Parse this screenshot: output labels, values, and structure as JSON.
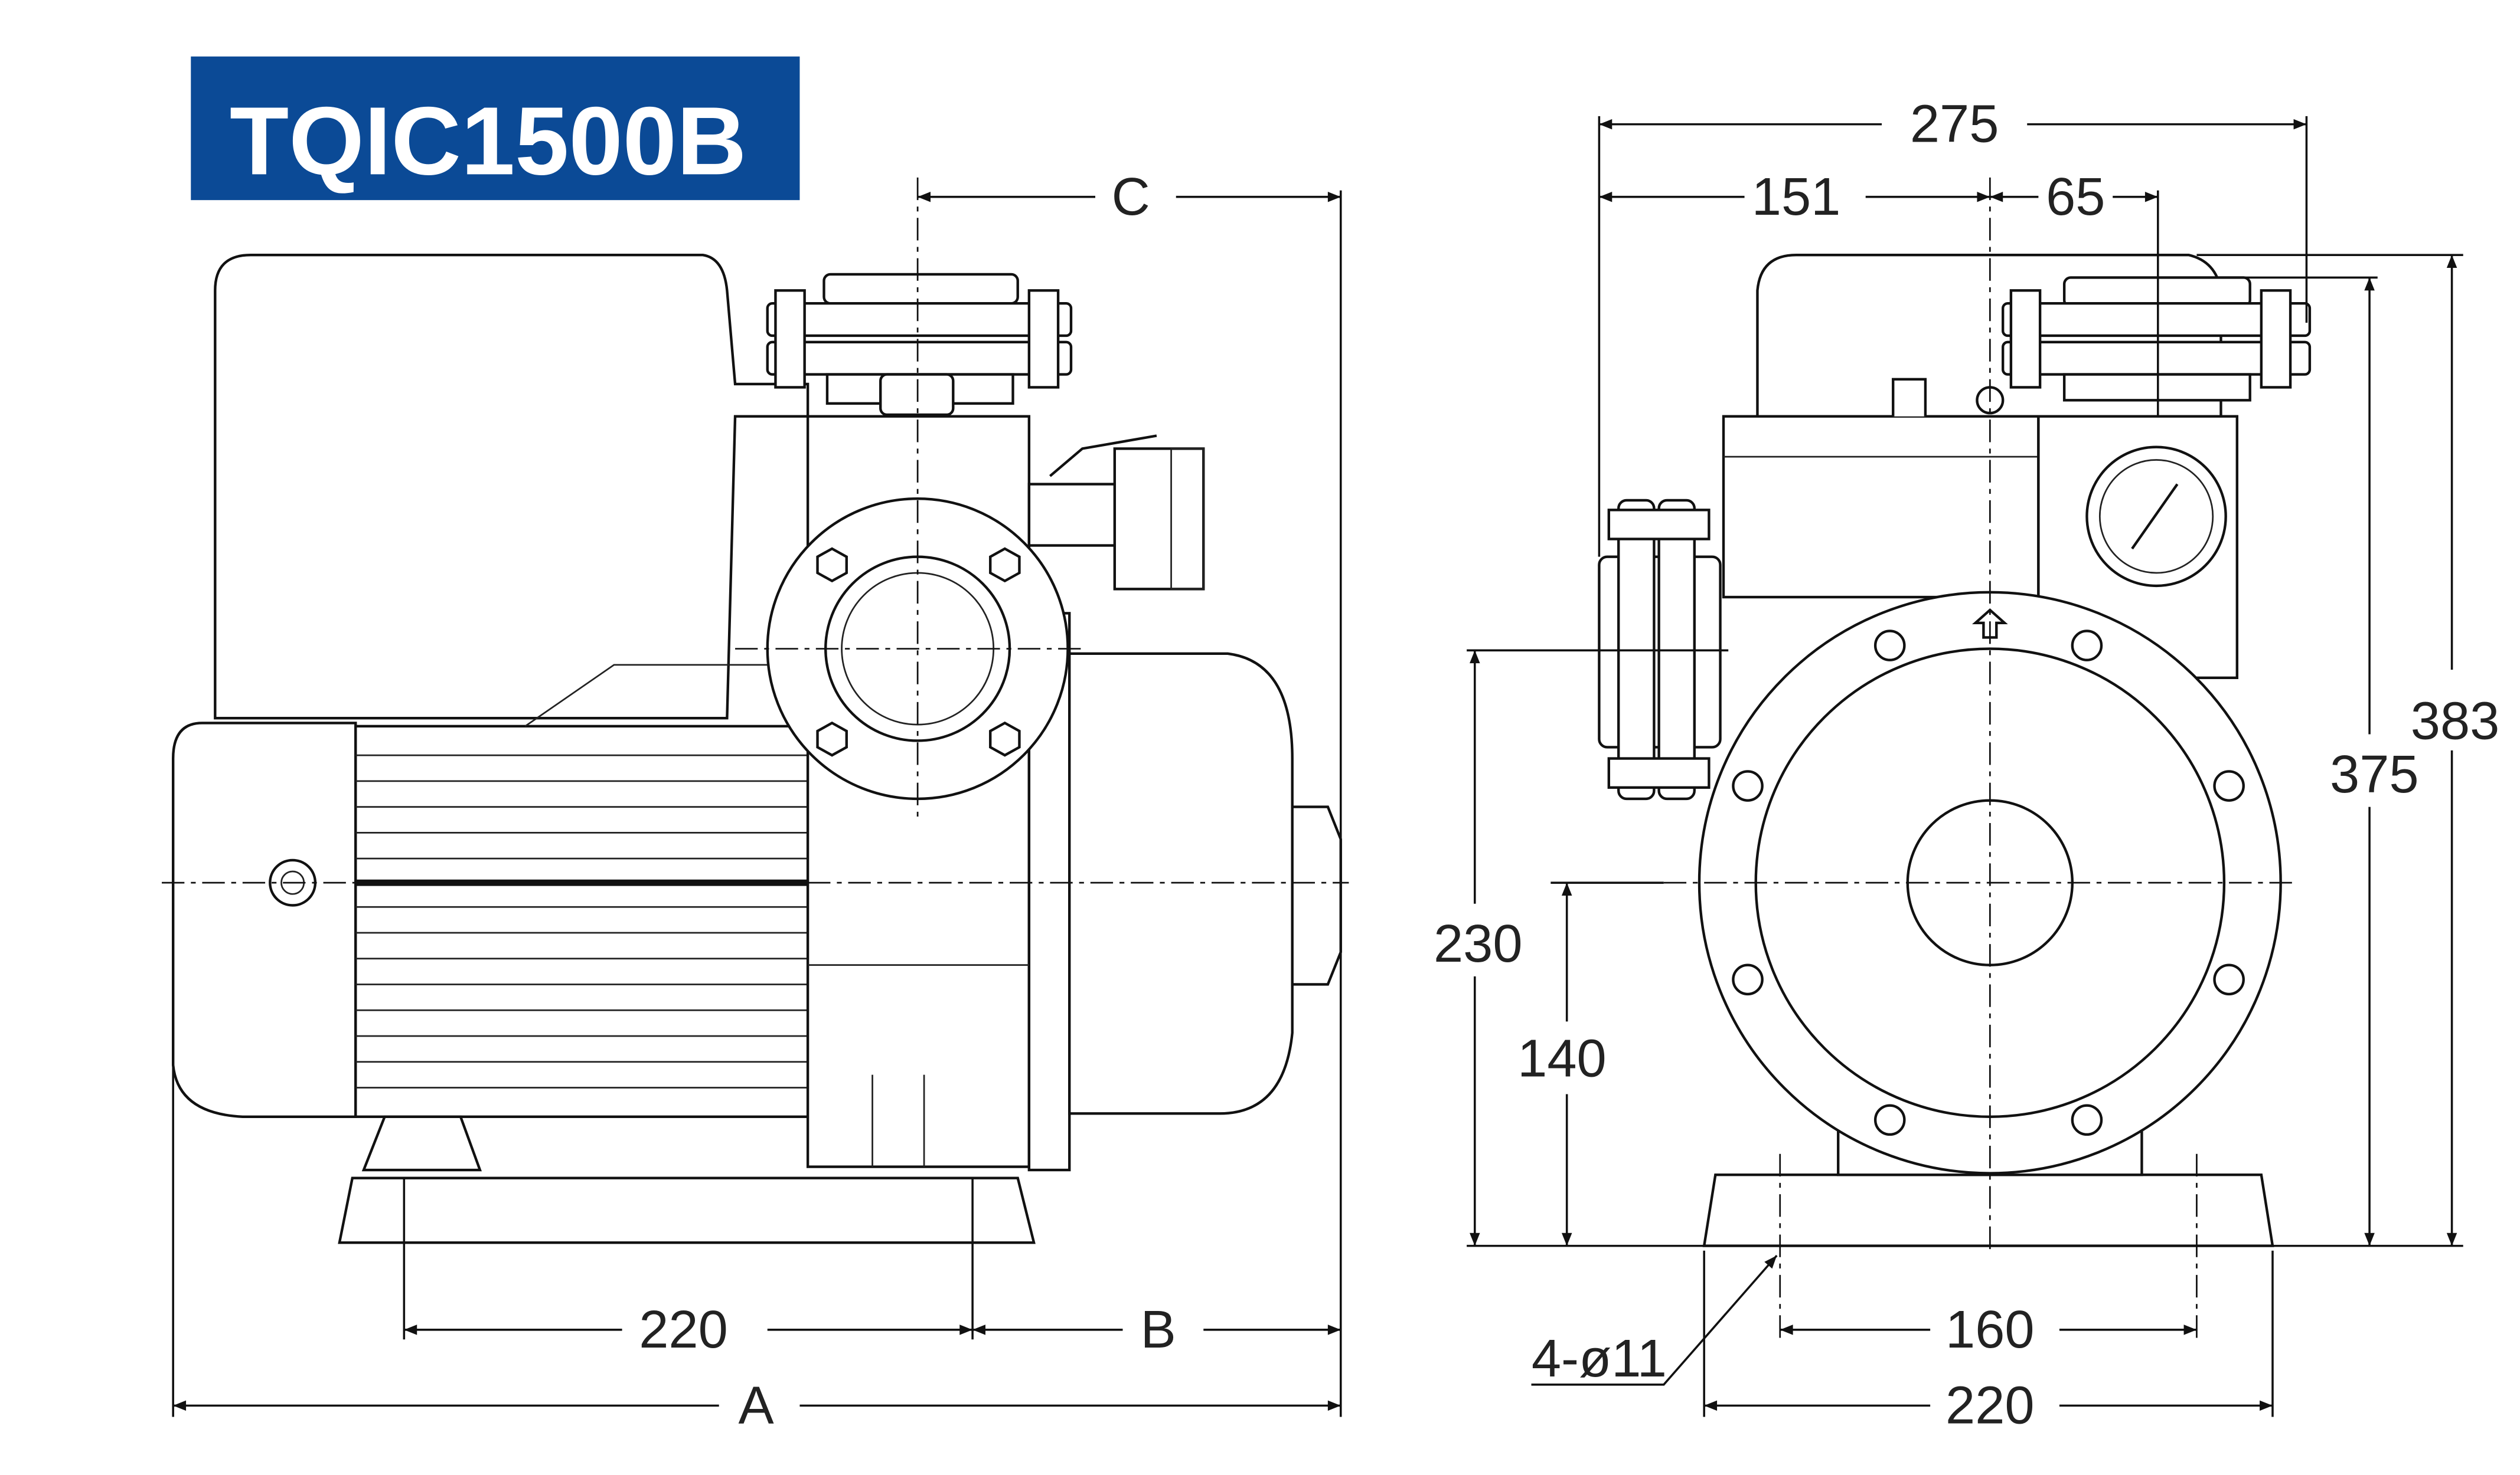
{
  "title": {
    "model": "TQIC1500B",
    "bg_color": "#0B4A96"
  },
  "side_view": {
    "dimensions": {
      "c": "C",
      "b": "B",
      "a": "A",
      "foot_spacing": "220"
    }
  },
  "front_view": {
    "dimensions": {
      "overall_width": "275",
      "left_offset": "151",
      "right_offset": "65",
      "total_height": "383",
      "flange_height": "375",
      "inlet_height": "230",
      "shaft_height": "140",
      "hole_spacing": "160",
      "base_width": "220",
      "mounting_holes": "4-ø11"
    }
  }
}
